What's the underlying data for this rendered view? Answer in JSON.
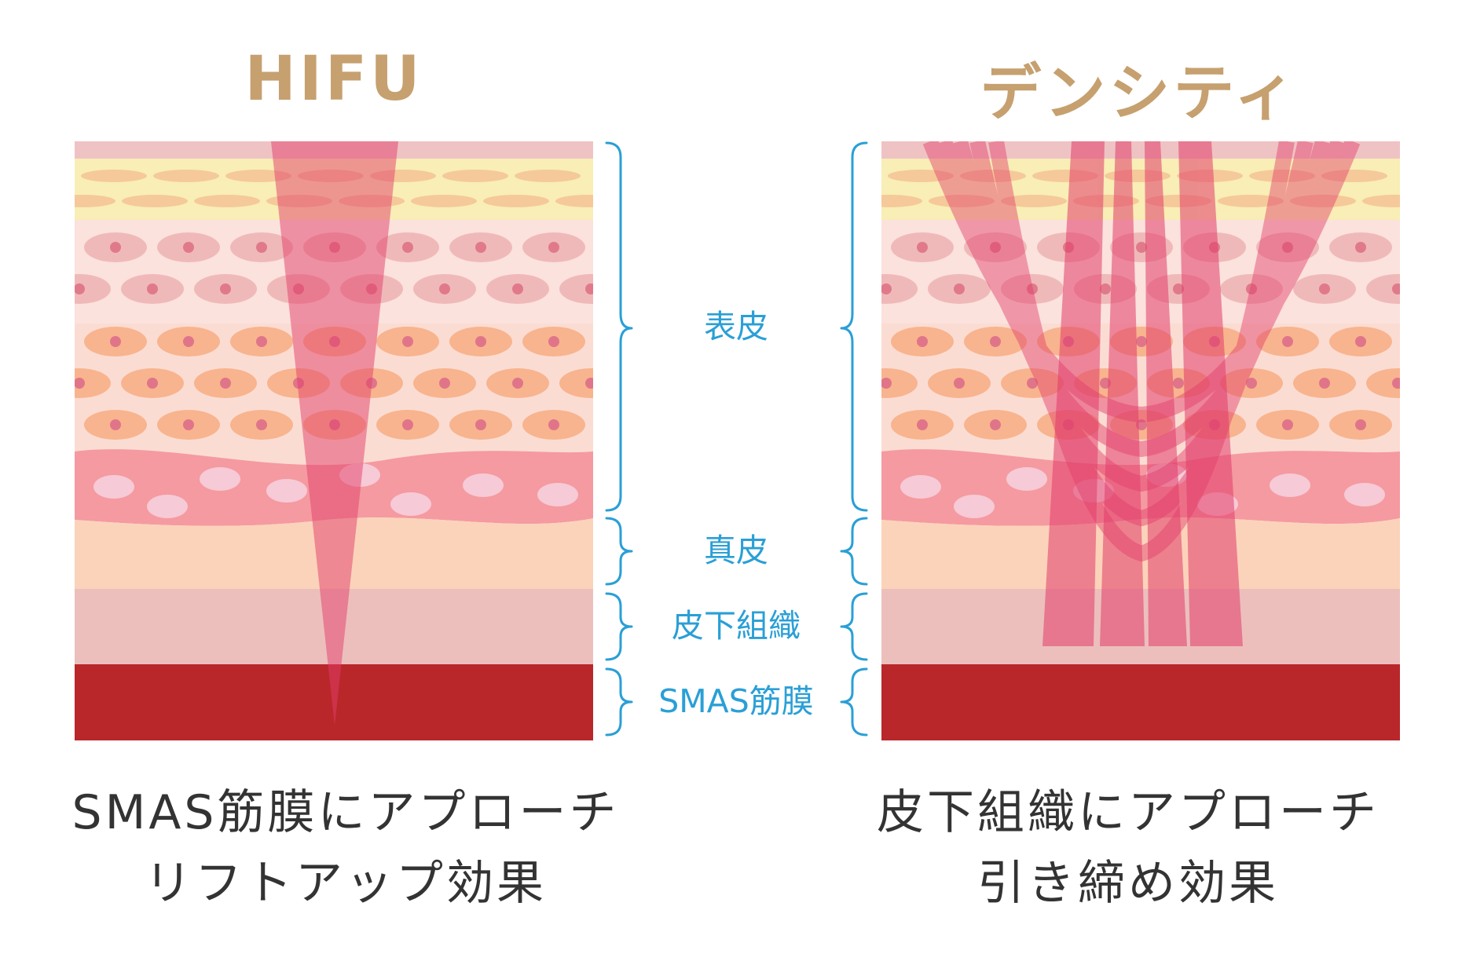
{
  "titles": {
    "left": "HIFU",
    "right": "デンシティ"
  },
  "layers": {
    "epidermis": "表皮",
    "dermis": "真皮",
    "subcutaneous": "皮下組織",
    "smas": "SMAS筋膜"
  },
  "captions": {
    "left": {
      "line1": "SMAS筋膜にアプローチ",
      "line2": "リフトアップ効果"
    },
    "right": {
      "line1": "皮下組織にアプローチ",
      "line2": "引き締め効果"
    }
  },
  "colors": {
    "title": "#c6a06f",
    "label": "#2a9fd6",
    "caption": "#333333",
    "smas": "#b9272a",
    "beam": "#e23d6a"
  }
}
